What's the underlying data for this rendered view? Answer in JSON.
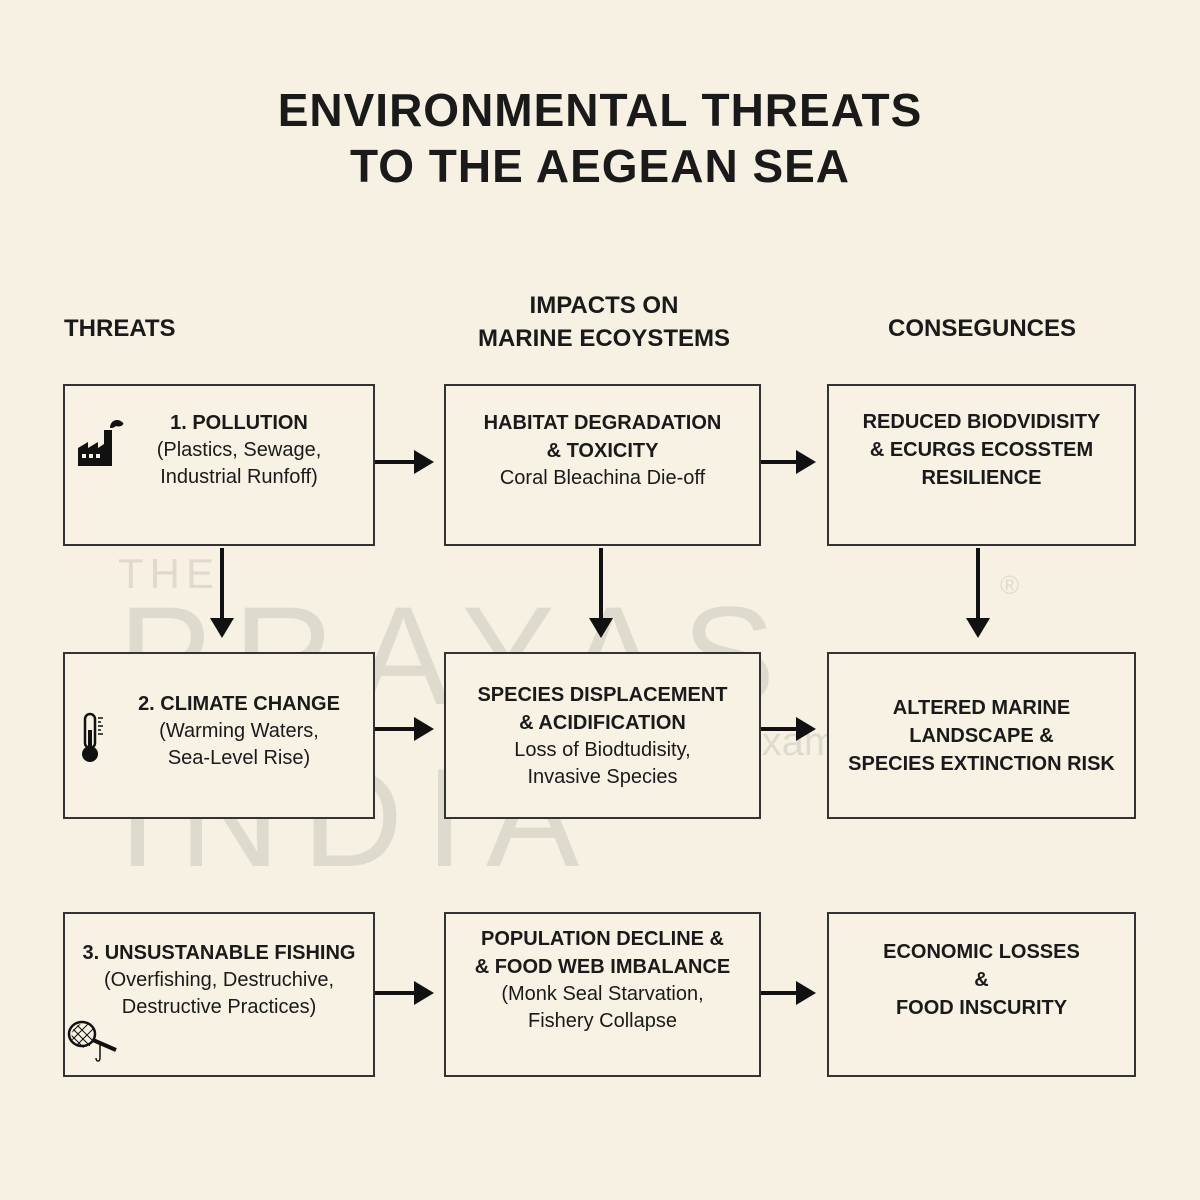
{
  "title": {
    "line1": "ENVIRONMENTAL THREATS",
    "line2": "TO THE AEGEAN SEA"
  },
  "columns": {
    "threats": "THREATS",
    "impacts_line1": "IMPACTS ON",
    "impacts_line2": "MARINE ECOYSTEMS",
    "consequences": "CONSEGUNCES"
  },
  "rows": [
    {
      "threat": {
        "bold": [
          "1. POLLUTION"
        ],
        "normal": [
          "(Plastics, Sewage,",
          "Industrial Runfoff)"
        ],
        "icon": "factory-icon"
      },
      "impact": {
        "bold": [
          "HABITAT DEGRADATION",
          "& TOXICITY"
        ],
        "normal": [
          "Coral Bleachina Die-off"
        ]
      },
      "consequence": {
        "bold": [
          "REDUCED BIODVIDISITY",
          "& ECURGS ECOSSTEM",
          "RESILIENCE"
        ],
        "normal": []
      }
    },
    {
      "threat": {
        "bold": [
          "2. CLIMATE CHANGE"
        ],
        "normal": [
          "(Warming Waters,",
          "Sea-Level Rise)"
        ],
        "icon": "thermometer-icon"
      },
      "impact": {
        "bold": [
          "SPECIES DISPLACEMENT",
          "& ACIDIFICATION"
        ],
        "normal": [
          "Loss of Biodtudisity,",
          "Invasive Species"
        ]
      },
      "consequence": {
        "bold": [
          "ALTERED MARINE",
          "LANDSCAPE &",
          "SPECIES EXTINCTION RISK"
        ],
        "normal": []
      }
    },
    {
      "threat": {
        "bold": [
          "3. UNSUSTANABLE FISHING"
        ],
        "normal": [
          "(Overfishing, Destruchive,",
          "Destructive Practices)"
        ],
        "icon": "fishing-net-icon"
      },
      "impact": {
        "bold": [
          "POPULATION DECLINE &",
          "& FOOD WEB IMBALANCE"
        ],
        "normal": [
          "(Monk Seal Starvation,",
          "Fishery Collapse"
        ]
      },
      "consequence": {
        "bold": [
          "ECONOMIC LOSSES",
          "&",
          "FOOD INSCURITY"
        ],
        "normal": []
      }
    }
  ],
  "watermark": {
    "the": "THE",
    "name": "PRAYAS INDIA",
    "tagline": "Exam आसान है",
    "registered": "®"
  },
  "colors": {
    "background": "#f6f1e3",
    "border": "#333333",
    "text": "#1a1a1a"
  }
}
